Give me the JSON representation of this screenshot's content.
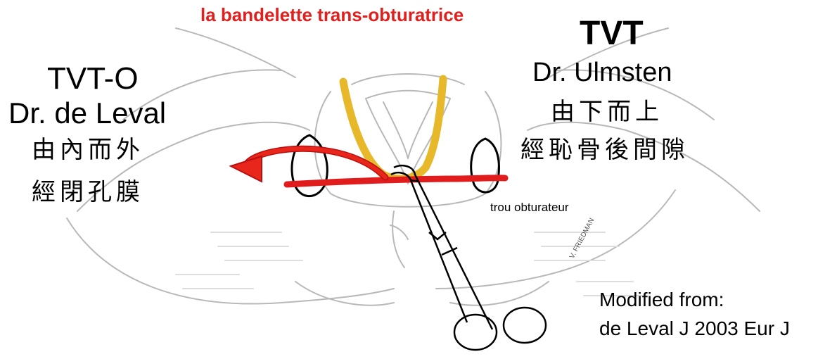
{
  "labels": {
    "top_title": "la bandelette trans-obturatrice",
    "tvt_title": "TVT",
    "tvt_surgeon": "Dr. Ulmsten",
    "tvt_direction": "由下而上",
    "tvt_route": "經恥骨後間隙",
    "tvto_title": "TVT-O",
    "tvto_surgeon": "Dr. de Leval",
    "tvto_direction": "由內而外",
    "tvto_route": "經閉孔膜",
    "foramen_label": "trou obturateur",
    "citation": "Modified from:\nde Leval J 2003 Eur J"
  },
  "colors": {
    "top_title": "#e0201e",
    "tape_red": "#e01c1c",
    "tape_yellow": "#e6b82a",
    "ink": "#000000",
    "sketch": "#c6c6c6"
  }
}
